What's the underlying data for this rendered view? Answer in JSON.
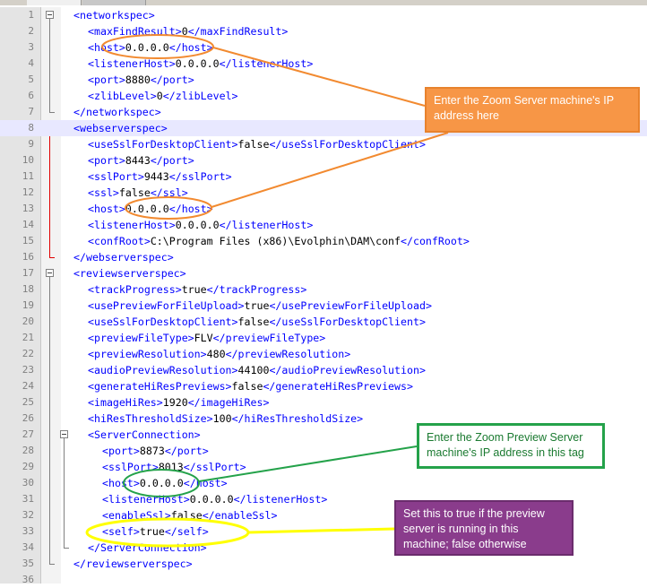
{
  "colors": {
    "tag": "#0000ff",
    "text": "#000000",
    "line_number": "#808080",
    "current_line": "#e8e8ff",
    "fold_marker_active": "#e00000",
    "annotation_orange": "#f79646",
    "annotation_green": "#24a24a",
    "annotation_yellow": "#ffff00",
    "annotation_purple": "#8a3c8c"
  },
  "lines": [
    {
      "n": "1",
      "open": "<networkspec>",
      "text": "",
      "close": ""
    },
    {
      "n": "2",
      "open": "<maxFindResult>",
      "text": "0",
      "close": "</maxFindResult>"
    },
    {
      "n": "3",
      "open": "<host>",
      "text": "0.0.0.0",
      "close": "</host>"
    },
    {
      "n": "4",
      "open": "<listenerHost>",
      "text": "0.0.0.0",
      "close": "</listenerHost>"
    },
    {
      "n": "5",
      "open": "<port>",
      "text": "8880",
      "close": "</port>"
    },
    {
      "n": "6",
      "open": "<zlibLevel>",
      "text": "0",
      "close": "</zlibLevel>"
    },
    {
      "n": "7",
      "open": "</networkspec>",
      "text": "",
      "close": ""
    },
    {
      "n": "8",
      "open": "<webserverspec>",
      "text": "",
      "close": ""
    },
    {
      "n": "9",
      "open": "<useSslForDesktopClient>",
      "text": "false",
      "close": "</useSslForDesktopClient>"
    },
    {
      "n": "10",
      "open": "<port>",
      "text": "8443",
      "close": "</port>"
    },
    {
      "n": "11",
      "open": "<sslPort>",
      "text": "9443",
      "close": "</sslPort>"
    },
    {
      "n": "12",
      "open": "<ssl>",
      "text": "false",
      "close": "</ssl>"
    },
    {
      "n": "13",
      "open": "<host>",
      "text": "0.0.0.0",
      "close": "</host>"
    },
    {
      "n": "14",
      "open": "<listenerHost>",
      "text": "0.0.0.0",
      "close": "</listenerHost>"
    },
    {
      "n": "15",
      "open": "<confRoot>",
      "text": "C:\\Program Files (x86)\\Evolphin\\DAM\\conf",
      "close": "</confRoot>"
    },
    {
      "n": "16",
      "open": "</webserverspec>",
      "text": "",
      "close": ""
    },
    {
      "n": "17",
      "open": "<reviewserverspec>",
      "text": "",
      "close": ""
    },
    {
      "n": "18",
      "open": "<trackProgress>",
      "text": "true",
      "close": "</trackProgress>"
    },
    {
      "n": "19",
      "open": "<usePreviewForFileUpload>",
      "text": "true",
      "close": "</usePreviewForFileUpload>"
    },
    {
      "n": "20",
      "open": "<useSslForDesktopClient>",
      "text": "false",
      "close": "</useSslForDesktopClient>"
    },
    {
      "n": "21",
      "open": "<previewFileType>",
      "text": "FLV",
      "close": "</previewFileType>"
    },
    {
      "n": "22",
      "open": "<previewResolution>",
      "text": "480",
      "close": "</previewResolution>"
    },
    {
      "n": "23",
      "open": "<audioPreviewResolution>",
      "text": "44100",
      "close": "</audioPreviewResolution>"
    },
    {
      "n": "24",
      "open": "<generateHiResPreviews>",
      "text": "false",
      "close": "</generateHiResPreviews>"
    },
    {
      "n": "25",
      "open": "<imageHiRes>",
      "text": "1920",
      "close": "</imageHiRes>"
    },
    {
      "n": "26",
      "open": "<hiResThresholdSize>",
      "text": "100",
      "close": "</hiResThresholdSize>"
    },
    {
      "n": "27",
      "open": "<ServerConnection>",
      "text": "",
      "close": ""
    },
    {
      "n": "28",
      "open": "<port>",
      "text": "8873",
      "close": "</port>"
    },
    {
      "n": "29",
      "open": "<sslPort>",
      "text": "8013",
      "close": "</sslPort>"
    },
    {
      "n": "30",
      "open": "<host>",
      "text": "0.0.0.0",
      "close": "</host>"
    },
    {
      "n": "31",
      "open": "<listenerHost>",
      "text": "0.0.0.0",
      "close": "</listenerHost>"
    },
    {
      "n": "32",
      "open": "<enableSsl>",
      "text": "false",
      "close": "</enableSsl>"
    },
    {
      "n": "33",
      "open": "<self>",
      "text": "true",
      "close": "</self>"
    },
    {
      "n": "34",
      "open": "</ServerConnection>",
      "text": "",
      "close": ""
    },
    {
      "n": "35",
      "open": "</reviewserverspec>",
      "text": "",
      "close": ""
    },
    {
      "n": "36",
      "open": "",
      "text": "",
      "close": ""
    }
  ],
  "callouts": {
    "zoom_server": "Enter the Zoom Server machine's IP address  here",
    "preview_server": "Enter the Zoom Preview Server machine's IP address in this tag",
    "self_flag": "Set this to true if the preview server is running in this machine; false otherwise"
  }
}
